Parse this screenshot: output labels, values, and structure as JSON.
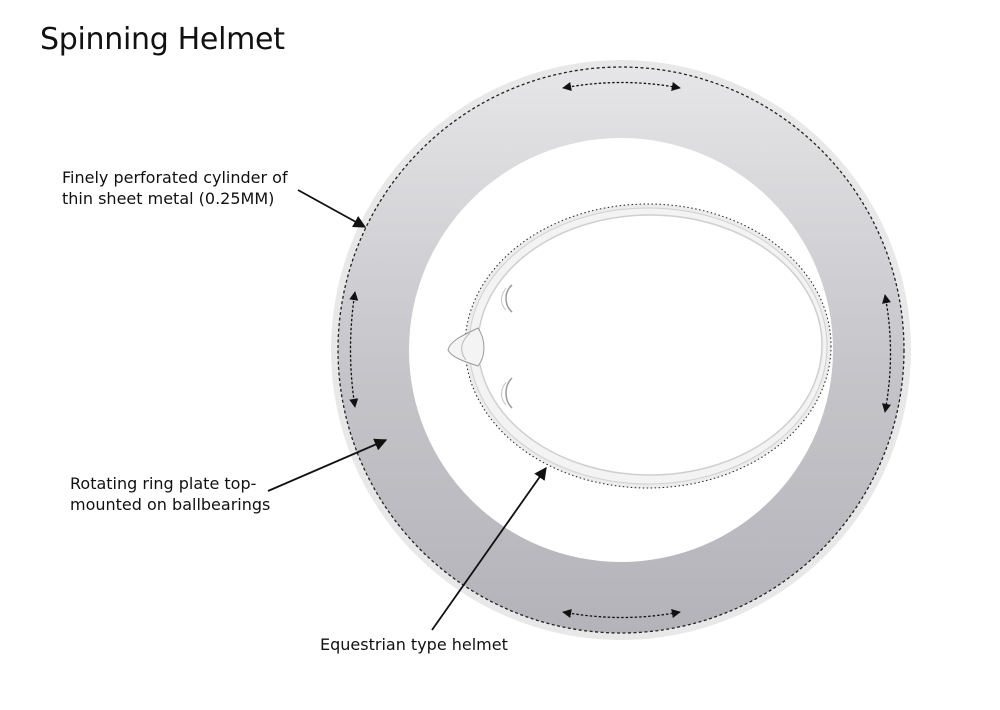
{
  "title": "Spinning Helmet",
  "labels": {
    "cylinder_line1": "Finely perforated cylinder of",
    "cylinder_line2": "thin sheet metal (0.25MM)",
    "ring_line1": "Rotating ring plate top-",
    "ring_line2": "mounted on ballbearings",
    "helmet": "Equestrian type helmet"
  },
  "colors": {
    "ring_light": "#e4e4e6",
    "ring_dark": "#b4b4ba",
    "outer_rim": "#e6e6e6",
    "line": "#111111"
  }
}
